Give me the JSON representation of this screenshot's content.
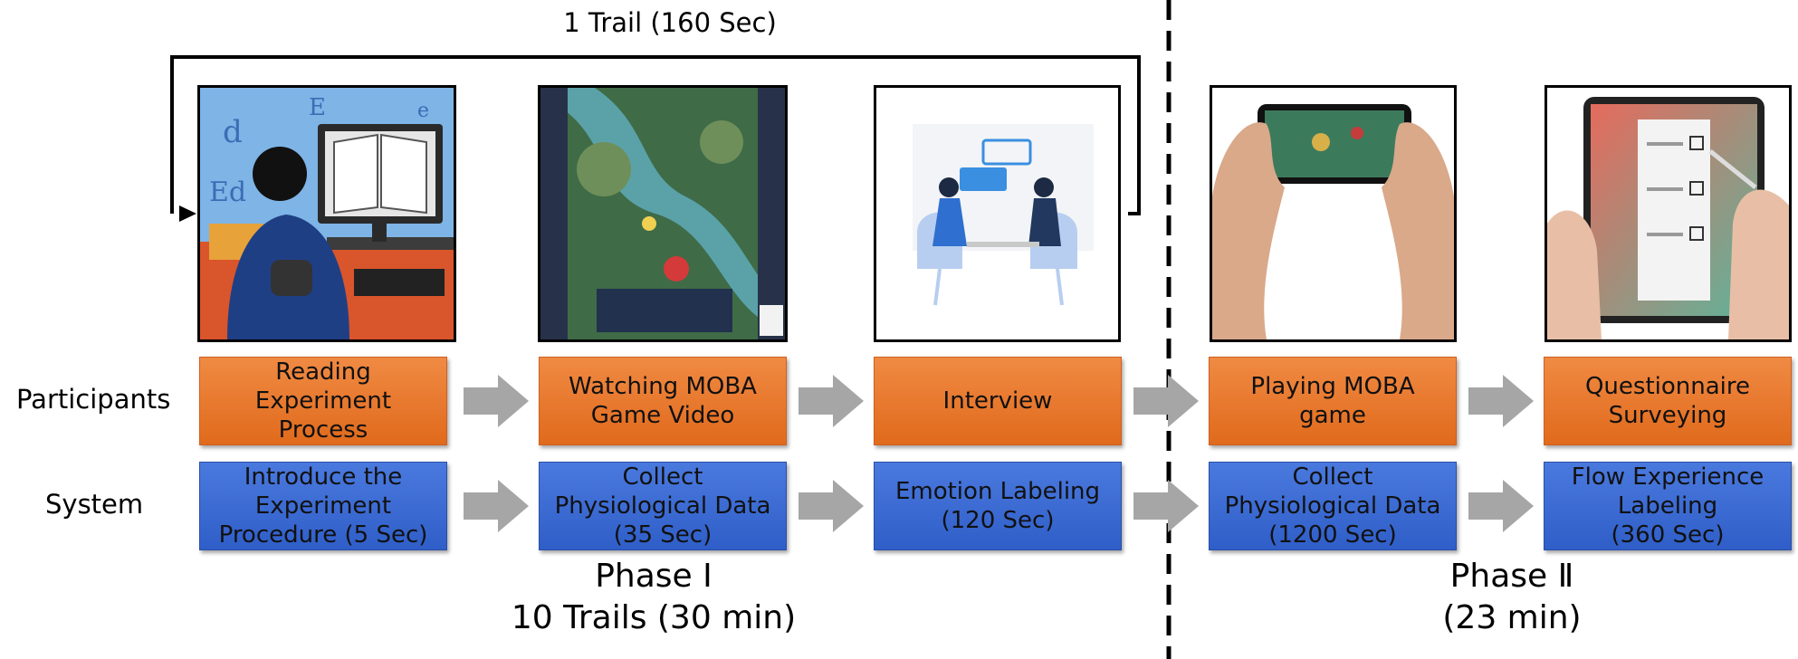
{
  "loop_label": "1 Trail (160 Sec)",
  "row_labels": {
    "participants": "Participants",
    "system": "System"
  },
  "steps": [
    {
      "participant": "Reading\nExperiment Process",
      "system": "Introduce the\nExperiment\nProcedure  (5 Sec)",
      "image": "reading-person-icon"
    },
    {
      "participant": "Watching MOBA\nGame Video",
      "system": "Collect\nPhysiological Data\n(35 Sec)",
      "image": "moba-game-screen-icon"
    },
    {
      "participant": "Interview",
      "system": "Emotion Labeling\n(120 Sec)",
      "image": "interview-people-icon"
    },
    {
      "participant": "Playing MOBA\ngame",
      "system": "Collect\nPhysiological Data\n(1200 Sec)",
      "image": "phone-gaming-hands-icon"
    },
    {
      "participant": "Questionnaire\nSurveying",
      "system": "Flow Experience\nLabeling\n(360 Sec)",
      "image": "tablet-questionnaire-icon"
    }
  ],
  "phase1": {
    "title": "Phase Ⅰ",
    "detail": "10 Trails (30 min)"
  },
  "phase2": {
    "title": "Phase Ⅱ",
    "detail": "(23 min)"
  },
  "colors": {
    "participant_box": "#e8782c",
    "system_box": "#3a68d6",
    "arrow": "#a6a6a6"
  }
}
